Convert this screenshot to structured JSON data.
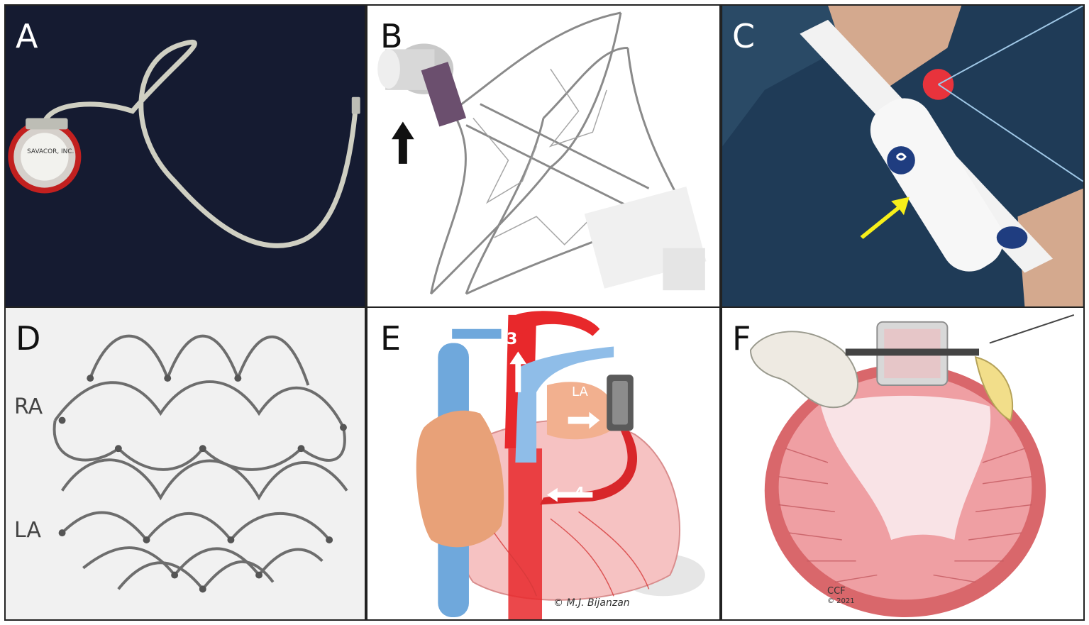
{
  "panels": {
    "a": {
      "letter": "A",
      "device_label_1": "SAVACOR, INC."
    },
    "b": {
      "letter": "B"
    },
    "c": {
      "letter": "C"
    },
    "d": {
      "letter": "D",
      "label_top": "RA",
      "label_bottom": "LA"
    },
    "e": {
      "letter": "E",
      "chamber_label": "LA",
      "flow_3": "3",
      "flow_4": "4",
      "credit": "© M.J. Bijanzan"
    },
    "f": {
      "letter": "F",
      "credit_org": "CCF",
      "credit_year": "© 2021"
    }
  },
  "colors": {
    "letter_light": "#ffffff",
    "letter_dark": "#111111",
    "arrow_yellow": "#f7ef1a",
    "aorta_red": "#e8282b",
    "vein_blue": "#6fa8dc",
    "muscle_pink": "#e8a2a6"
  }
}
